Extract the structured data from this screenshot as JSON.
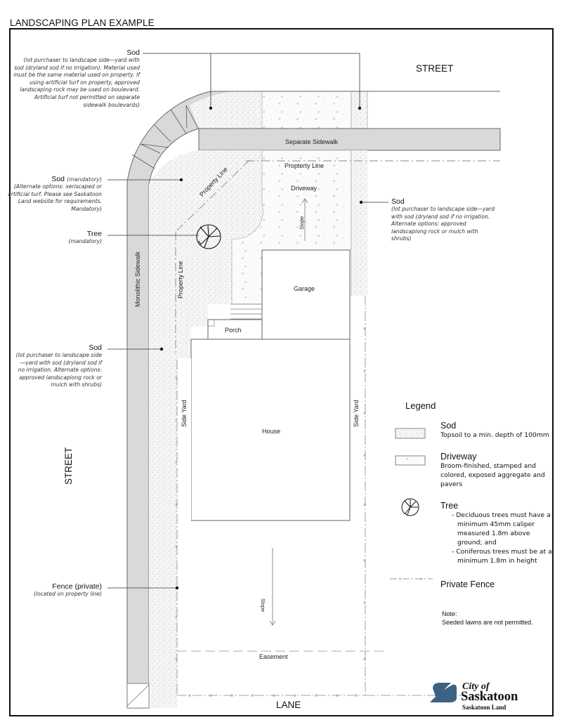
{
  "page": {
    "title": "LANDSCAPING PLAN EXAMPLE"
  },
  "streets": {
    "top": "STREET",
    "left": "STREET",
    "bottom": "LANE"
  },
  "plan_labels": {
    "separate_sidewalk": "Separate Sidewalk",
    "property_line_top": "Propterty Line",
    "property_line_diag": "Property Line",
    "property_line_left": "Property Line",
    "monolithic_sidewalk": "Monolithic Sidewalk",
    "driveway": "Driveway",
    "slope_driveway": "Slope",
    "garage": "Garage",
    "porch": "Porch",
    "house": "House",
    "side_yard_left": "Side Yard",
    "side_yard_right": "Side Yard",
    "slope_back": "Slope",
    "easement": "Easement"
  },
  "callouts": [
    {
      "id": "sod-boulevard",
      "title": "Sod",
      "qualifier": "",
      "note": "(lot purchaser to landscape side—yard with sod (dryland sod if no irrigation). Material used must be the same material used on property. If using artificial turf on property, approved landscaping rock may be used on boulevard. Artificial turf not permitted on separate sidewalk boulevards)"
    },
    {
      "id": "sod-corner",
      "title": "Sod",
      "qualifier": "(mandatory)",
      "note": "(Alternate options: xeriscaped or artificial turf. Please see Saskatoon Land website for requirements. Mandatory)"
    },
    {
      "id": "tree",
      "title": "Tree",
      "qualifier": "",
      "note": "(mandatory)"
    },
    {
      "id": "sod-side-left",
      "title": "Sod",
      "qualifier": "",
      "note": "(lot purchaser to landscape side—yard with sod (dryland sod if no irrigation. Alternate options: approved landscapiong rock or mulch with shrubs)"
    },
    {
      "id": "sod-side-right",
      "title": "Sod",
      "qualifier": "",
      "note": "(lot purchaser to landscape side—yard with sod (dryland sod if no irrigation. Alternate options: approved landscapiong rock or mulch with shrubs)"
    },
    {
      "id": "fence",
      "title": "Fence (private)",
      "qualifier": "",
      "note": "(located on property line)"
    }
  ],
  "legend": {
    "title": "Legend",
    "items": [
      {
        "label": "Sod",
        "description": "Topsoil to a min. depth of 100mm",
        "swatch": "sod-pattern"
      },
      {
        "label": "Driveway",
        "description": "Broom-finished, stamped and colored, exposed aggregate and pavers",
        "swatch": "driveway-pattern"
      },
      {
        "label": "Tree",
        "bullets": [
          "- Deciduous trees must have a minimum 45mm caliper measured 1.8m above ground; and",
          "- Coniferous trees must be at a minimum 1.8m in height"
        ],
        "swatch": "tree-icon"
      },
      {
        "label": "Private Fence",
        "swatch": "fence-line"
      }
    ]
  },
  "note": {
    "heading": "Note:",
    "text": "Seeded lawns are not permitted."
  },
  "logo": {
    "line1": "City of",
    "line2": "Saskatoon",
    "line3": "Saskatoon Land"
  },
  "colors": {
    "sidewalk": "#d9d9d9",
    "line": "#555555",
    "frame": "#111111",
    "logo_blue": "#3d6184"
  }
}
